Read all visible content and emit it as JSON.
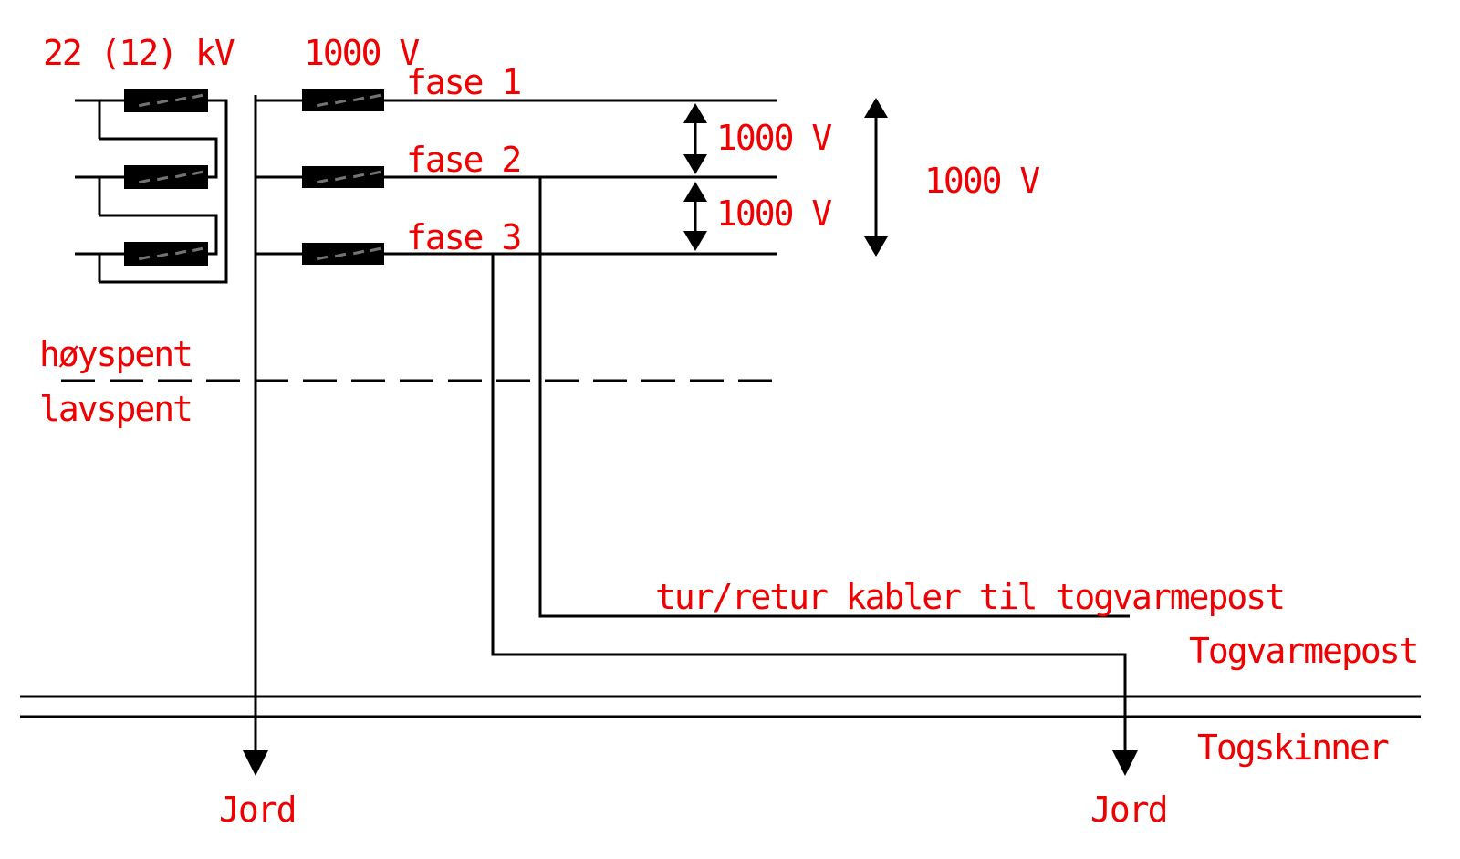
{
  "diagram": {
    "title_implicit": "Togvarme 1000 V trafo- og kabelskjema",
    "colors": {
      "label_red": "#f00000",
      "line_black": "#000000",
      "background": "#ffffff"
    },
    "labels": {
      "primary_voltage": "22 (12) kV",
      "secondary_voltage": "1000 V",
      "fase1": "fase 1",
      "fase2": "fase 2",
      "fase3": "fase 3",
      "voltage_fase1_fase2": "1000 V",
      "voltage_fase2_fase3": "1000 V",
      "voltage_fase1_fase3": "1000 V",
      "hoyspent": "høyspent",
      "lavspent": "lavspent",
      "cable_run": "tur/retur kabler til togvarmepost",
      "togvarmepost": "Togvarmepost",
      "togskinner": "Togskinner",
      "jord_left": "Jord",
      "jord_right": "Jord"
    }
  }
}
